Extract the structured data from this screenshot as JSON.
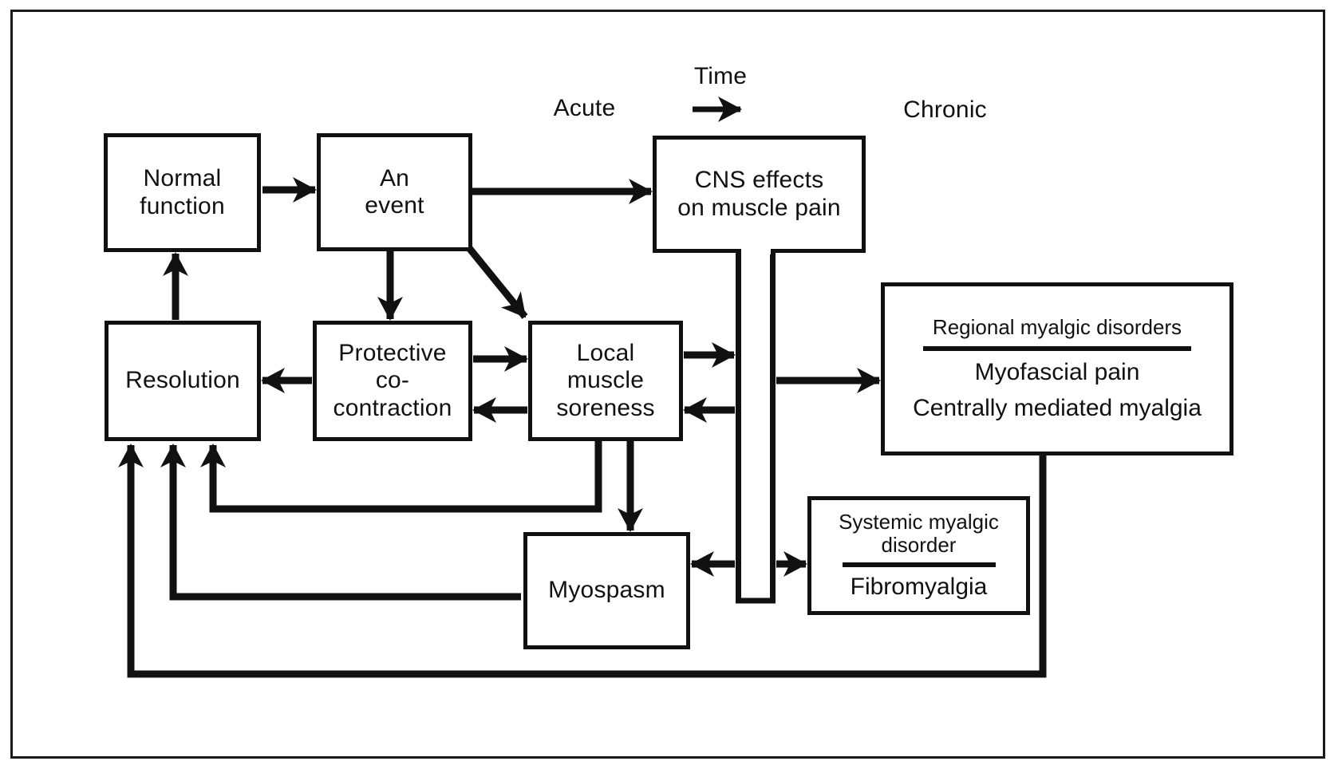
{
  "figure": {
    "background_color": "#ffffff",
    "ink_color": "#111111"
  },
  "timeline": {
    "acute_label": "Acute",
    "time_label": "Time",
    "chronic_label": "Chronic"
  },
  "boxes": {
    "normal_function": "Normal\nfunction",
    "an_event": "An\nevent",
    "cns_effects": "CNS effects\non muscle pain",
    "resolution": "Resolution",
    "protective_cocontraction": "Protective\nco-\ncontraction",
    "local_muscle_soreness": "Local\nmuscle\nsoreness",
    "myospasm": "Myospasm",
    "regional": {
      "header": "Regional myalgic disorders",
      "item1": "Myofascial pain",
      "item2": "Centrally mediated myalgia"
    },
    "systemic": {
      "header": "Systemic myalgic\ndisorder",
      "item1": "Fibromyalgia"
    }
  }
}
